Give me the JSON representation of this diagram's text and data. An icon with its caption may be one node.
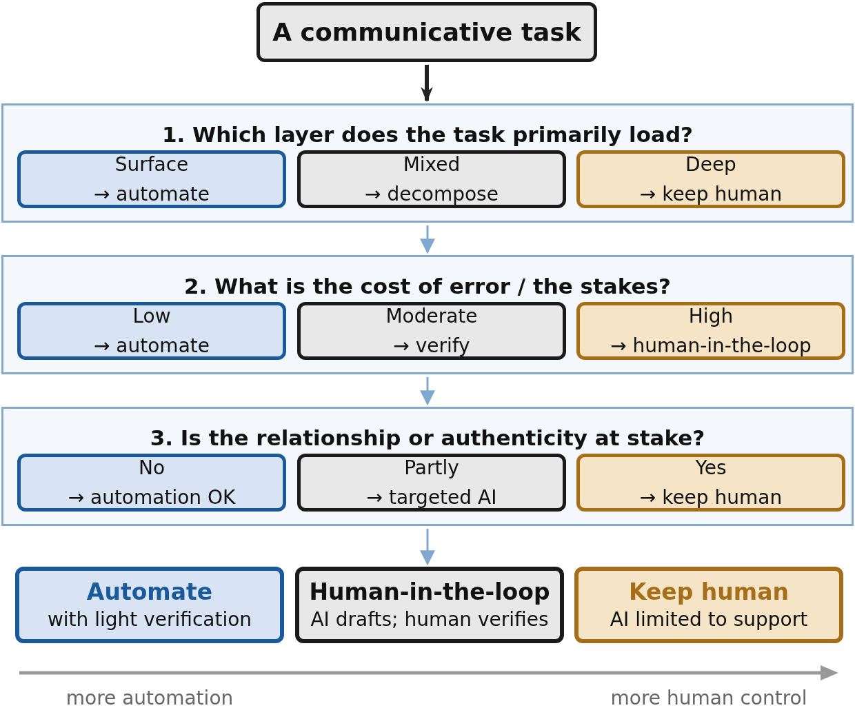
{
  "diagram": {
    "nodes": [
      {
        "text": [
          "A communicative task"
        ]
      },
      {
        "text": [
          "1. Which layer does the task primarily load?"
        ]
      },
      {
        "text": [
          "Surface",
          "→ automate"
        ],
        "in": 1
      },
      {
        "text": [
          "Mixed",
          "→ decompose"
        ],
        "in": 1
      },
      {
        "text": [
          "Deep",
          "→ keep human"
        ],
        "in": 1
      },
      {
        "text": [
          "2. What is the cost of error / the stakes?"
        ]
      },
      {
        "text": [
          "Low",
          "→ automate"
        ],
        "in": 5
      },
      {
        "text": [
          "Moderate",
          "→ verify"
        ],
        "in": 5
      },
      {
        "text": [
          "High",
          "→ human-in-the-loop"
        ],
        "in": 5
      },
      {
        "text": [
          "3. Is the relationship or authenticity at stake?"
        ]
      },
      {
        "text": [
          "No",
          "→ automation OK"
        ],
        "in": 9
      },
      {
        "text": [
          "Partly",
          "→ targeted AI"
        ],
        "in": 9
      },
      {
        "text": [
          "Yes",
          "→ keep human"
        ],
        "in": 9
      },
      {
        "text": [
          "Automate",
          "with light verification"
        ]
      },
      {
        "text": [
          "Human-in-the-loop",
          "AI drafts; human verifies"
        ]
      },
      {
        "text": [
          "Keep human",
          "AI limited to support"
        ]
      }
    ],
    "edges": [
      {
        "from": 0,
        "to": 1,
        "arrow": "to",
        "style": "thick",
        "color": "#222222"
      },
      {
        "from": 1,
        "to": 5,
        "arrow": "to"
      },
      {
        "from": 5,
        "to": 9,
        "arrow": "to"
      },
      {
        "from": 9,
        "to": 14,
        "arrow": "to"
      }
    ],
    "labels": [
      "more automation",
      "more human control"
    ]
  }
}
